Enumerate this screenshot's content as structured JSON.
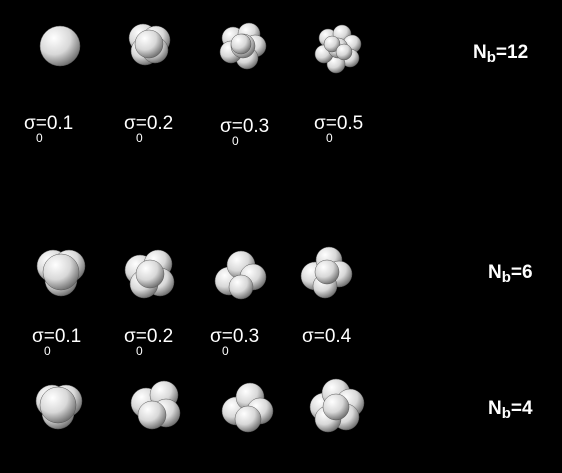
{
  "rows": [
    {
      "nb": {
        "base": "N",
        "sub": "b",
        "value": "=12"
      },
      "clusters": [
        {
          "sigma_value": "=0.1",
          "sigma_sub": "0"
        },
        {
          "sigma_value": "=0.2",
          "sigma_sub": "0"
        },
        {
          "sigma_value": "=0.3",
          "sigma_sub": "0"
        },
        {
          "sigma_value": "=0.5",
          "sigma_sub": "0"
        }
      ]
    },
    {
      "nb": {
        "base": "N",
        "sub": "b",
        "value": "=6"
      },
      "clusters": [
        {
          "sigma_value": "=0.1",
          "sigma_sub": "0"
        },
        {
          "sigma_value": "=0.2",
          "sigma_sub": "0"
        },
        {
          "sigma_value": "=0.3",
          "sigma_sub": "0"
        },
        {
          "sigma_value": "=0.4",
          "sigma_sub": ""
        }
      ]
    },
    {
      "nb": {
        "base": "N",
        "sub": "b",
        "value": "=4"
      },
      "clusters": [
        {},
        {},
        {},
        {}
      ]
    }
  ],
  "sigma_symbol": "σ",
  "colors": {
    "background": "#000000",
    "sphere_highlight": "#ffffff",
    "sphere_shadow": "#6a6a6a",
    "text": "#ffffff"
  }
}
